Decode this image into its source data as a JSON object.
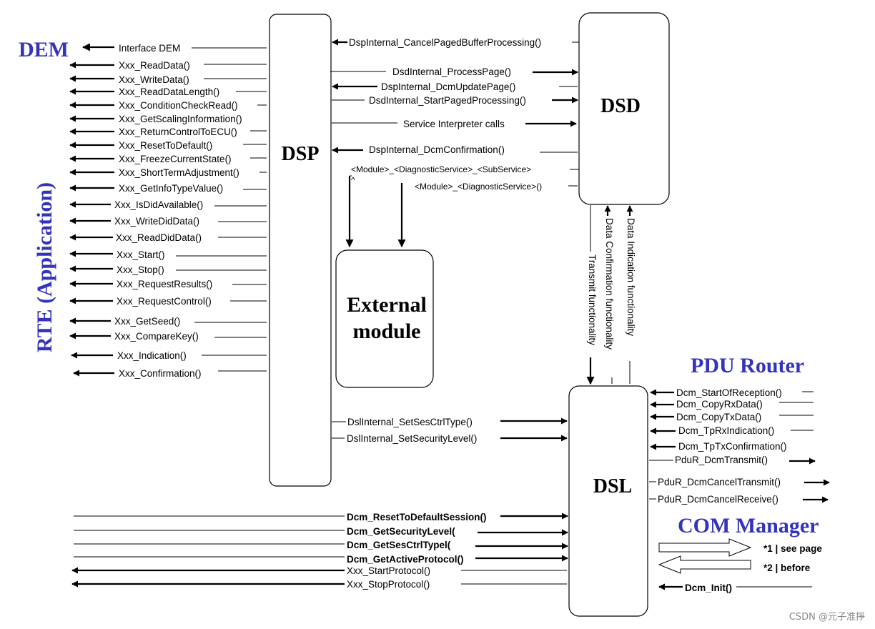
{
  "labels": {
    "dem": "DEM",
    "rte": "RTE (Application)",
    "pdu_router": "PDU Router",
    "com_manager": "COM Manager",
    "dsp": "DSP",
    "dsd": "DSD",
    "dsl": "DSL",
    "external_line1": "External",
    "external_line2": "module",
    "watermark": "CSDN @元子准掙"
  },
  "left_calls": [
    "Interface DEM",
    "Xxx_ReadData()",
    "Xxx_WriteData()",
    "Xxx_ReadDataLength()",
    "Xxx_ConditionCheckRead()",
    "Xxx_GetScalingInformation()",
    "Xxx_ReturnControlToECU()",
    "Xxx_ResetToDefault()",
    "Xxx_FreezeCurrentState()",
    "Xxx_ShortTermAdjustment()",
    "Xxx_GetInfoTypeValue()",
    "Xxx_IsDidAvailable()",
    "Xxx_WriteDidData()",
    "Xxx_ReadDidData()",
    "Xxx_Start()",
    "Xxx_Stop()",
    "Xxx_RequestResults()",
    "Xxx_RequestControl()",
    "Xxx_GetSeed()",
    "Xxx_CompareKey()",
    "Xxx_Indication()",
    "Xxx_Confirmation()"
  ],
  "dsp_dsd_calls": [
    "DspInternal_CancelPagedBufferProcessing()",
    "DsdInternal_ProcessPage()",
    "DspInternal_DcmUpdatePage()",
    "DsdInternal_StartPagedProcessing()",
    "Service Interpreter calls",
    "DspInternal_DcmConfirmation()",
    "<Module>_<DiagnosticService>_<SubService>",
    "<Module>_<DiagnosticService>()"
  ],
  "dsp_dsl_calls": [
    "DslInternal_SetSesCtrlType()",
    "DslInternal_SetSecurityLevel()"
  ],
  "vertical_calls": [
    "Transmit functionality",
    "Data Confirmation functionality",
    "Data Indication functionality"
  ],
  "pdu_calls": [
    "Dcm_StartOfReception()",
    "Dcm_CopyRxData()",
    "Dcm_CopyTxData()",
    "Dcm_TpRxIndication()",
    "Dcm_TpTxConfirmation()",
    "PduR_DcmTransmit()",
    "PduR_DcmCancelTransmit()",
    "PduR_DcmCancelReceive()"
  ],
  "bottom_calls": [
    "Dcm_ResetToDefaultSession()",
    "Dcm_GetSecurityLevel(",
    "Dcm_GetSesCtrlTypel(",
    "Dcm_GetActiveProtocol()",
    "Xxx_StartProtocol()",
    "Xxx_StopProtocol()"
  ],
  "com_notes": [
    "*1 | see page",
    "*2 | before"
  ],
  "init_call": "Dcm_Init()",
  "caret": "^"
}
